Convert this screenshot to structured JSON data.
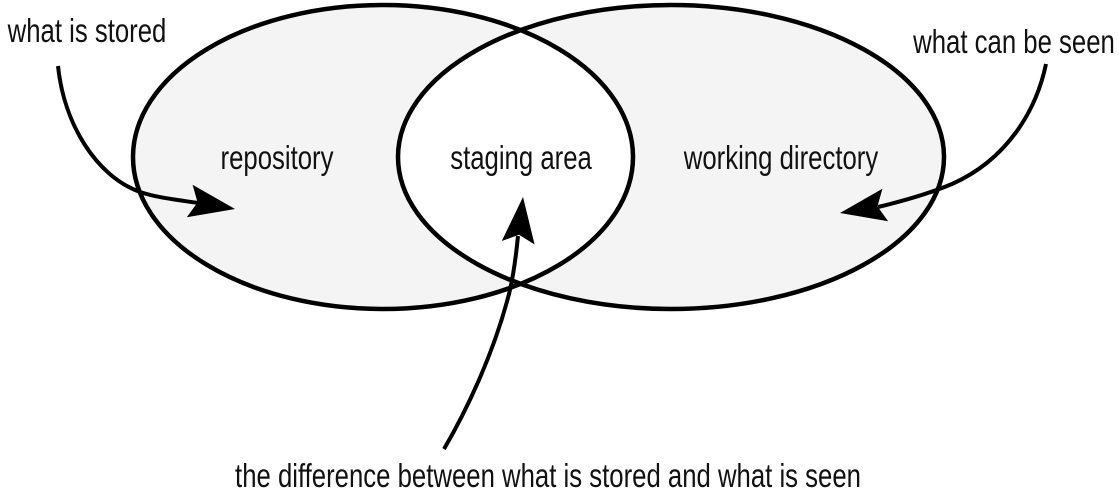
{
  "diagram": {
    "regions": [
      {
        "label": "repository"
      },
      {
        "label": "staging area"
      },
      {
        "label": "working directory"
      }
    ],
    "annotations": {
      "top_left": "what is stored",
      "top_right": "what can be seen",
      "bottom": "the difference between what is stored and what is seen"
    },
    "colors": {
      "background": "#ffffff",
      "ellipse_fill": "#f4f4f4",
      "ink": "#000000",
      "text": "#111111"
    }
  }
}
